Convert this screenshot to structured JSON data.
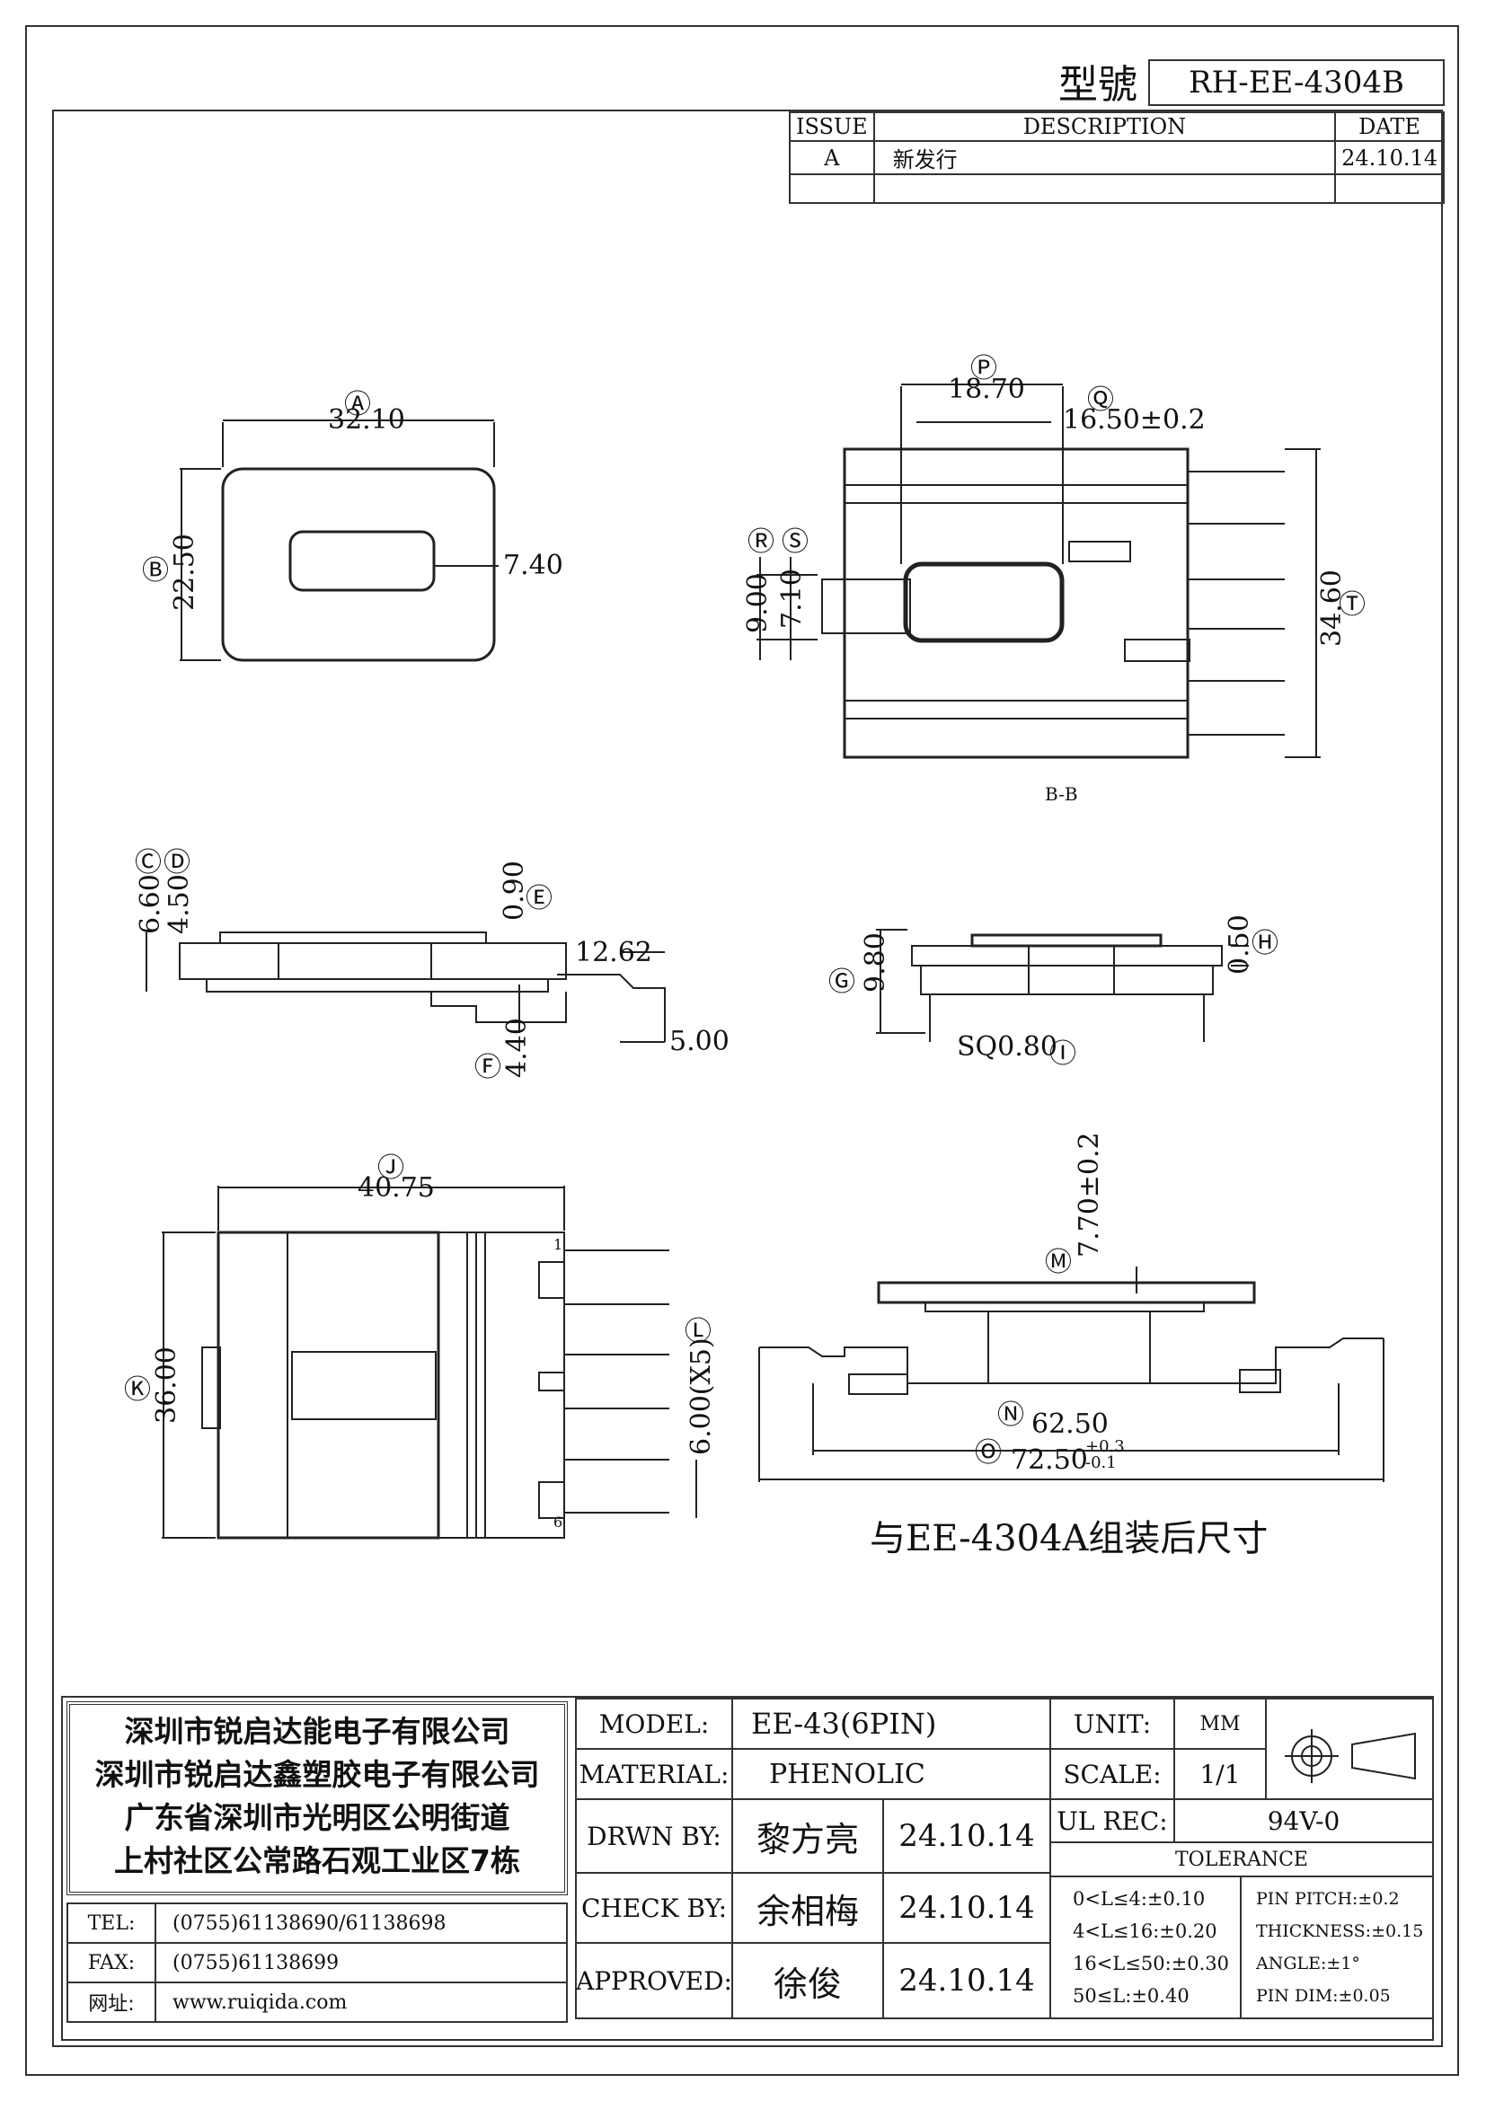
{
  "header": {
    "model_label": "型號",
    "model_number": "RH-EE-4304B"
  },
  "revision": {
    "columns": [
      "ISSUE",
      "DESCRIPTION",
      "DATE"
    ],
    "rows": [
      [
        "A",
        "新发行",
        "24.10.14"
      ],
      [
        "",
        "",
        ""
      ]
    ]
  },
  "dimensions": {
    "A": "32.10",
    "B": "22.50",
    "inner_width": "7.40",
    "P": "18.70",
    "Q": "16.50±0.2",
    "R": "9.00",
    "S": "7.10",
    "T": "34.60",
    "section_label": "B-B",
    "C": "6.60",
    "D": "4.50",
    "E": "0.90",
    "F": "4.40",
    "side_lead": "12.62",
    "side_lead_height": "5.00",
    "G": "9.80",
    "H": "0.50",
    "I": "SQ0.80",
    "J": "40.75",
    "K": "36.00",
    "L": "6.00(X5)",
    "pin_first": "1",
    "pin_last": "6",
    "M": "7.70±0.2",
    "N": "62.50",
    "O_base": "72.50",
    "O_tol_plus": "+0.3",
    "O_tol_minus": "-0.1",
    "assembly_note": "与EE-4304A组装后尺寸"
  },
  "markers": {
    "A": "Ⓐ",
    "B": "Ⓑ",
    "C": "Ⓒ",
    "D": "Ⓓ",
    "E": "Ⓔ",
    "F": "Ⓕ",
    "G": "Ⓖ",
    "H": "Ⓗ",
    "I": "Ⓘ",
    "J": "Ⓙ",
    "K": "Ⓚ",
    "L": "Ⓛ",
    "M": "Ⓜ",
    "N": "Ⓝ",
    "O": "Ⓞ",
    "P": "Ⓟ",
    "Q": "Ⓠ",
    "R": "Ⓡ",
    "S": "Ⓢ",
    "T": "Ⓣ"
  },
  "title_block": {
    "company_lines": [
      "深圳市锐启达能电子有限公司",
      "深圳市锐启达鑫塑胶电子有限公司",
      "广东省深圳市光明区公明街道",
      "上村社区公常路石观工业区7栋"
    ],
    "tel_label": "TEL:",
    "tel": "(0755)61138690/61138698",
    "fax_label": "FAX:",
    "fax": "(0755)61138699",
    "web_label": "网址:",
    "web": "www.ruiqida.com",
    "model_label": "MODEL:",
    "model": "EE-43(6PIN)",
    "material_label": "MATERIAL:",
    "material": "PHENOLIC",
    "drawn_label": "DRWN BY:",
    "drawn_by": "黎方亮",
    "drawn_date": "24.10.14",
    "check_label": "CHECK BY:",
    "check_by": "余相梅",
    "check_date": "24.10.14",
    "approved_label": "APPROVED:",
    "approved_by": "徐俊",
    "approved_date": "24.10.14",
    "unit_label": "UNIT:",
    "unit": "MM",
    "scale_label": "SCALE:",
    "scale": "1/1",
    "ul_label": "UL REC:",
    "ul": "94V-0",
    "tolerance_label": "TOLERANCE",
    "tolerances_left": [
      "0<L≤4:±0.10",
      "4<L≤16:±0.20",
      "16<L≤50:±0.30",
      "50≤L:±0.40"
    ],
    "tolerances_right": [
      "PIN PITCH:±0.2",
      "THICKNESS:±0.15",
      "ANGLE:±1°",
      "PIN DIM:±0.05"
    ]
  }
}
